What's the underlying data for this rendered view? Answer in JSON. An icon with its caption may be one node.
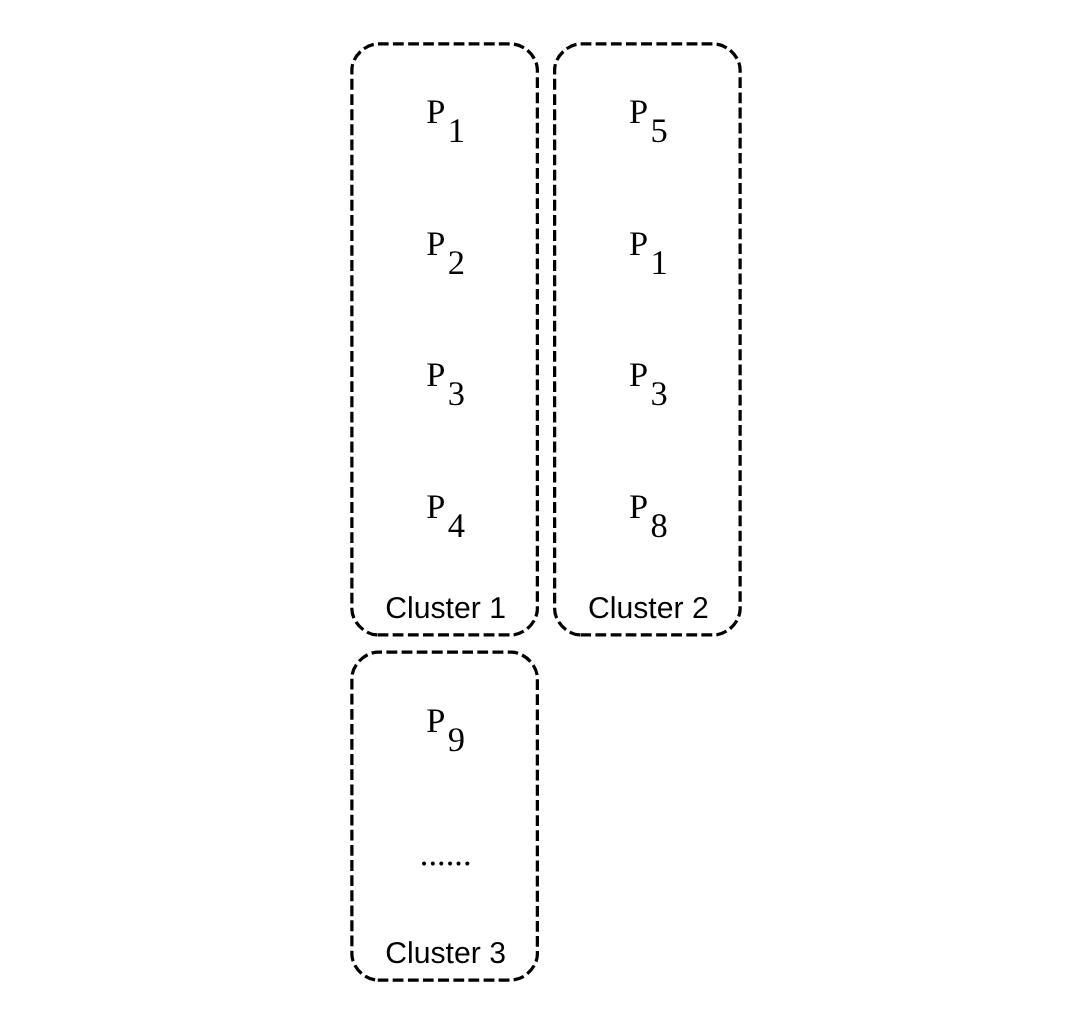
{
  "diagram": {
    "nodes": [
      {
        "text": [
          "Cluster 1"
        ]
      },
      {
        "text": [
          "P$_{1}$"
        ],
        "in": 0
      },
      {
        "text": [
          "P$_{2}$"
        ],
        "in": 0
      },
      {
        "text": [
          "P$_{3}$"
        ],
        "in": 0
      },
      {
        "text": [
          "P$_{4}$"
        ],
        "in": 0
      },
      {
        "text": [
          "Cluster 2"
        ]
      },
      {
        "text": [
          "P$_{5}$"
        ],
        "in": 5
      },
      {
        "text": [
          "P$_{1}$"
        ],
        "in": 5
      },
      {
        "text": [
          "P$_{3}$"
        ],
        "in": 5
      },
      {
        "text": [
          "P$_{8}$"
        ],
        "in": 5
      },
      {
        "text": [
          "Cluster 3"
        ]
      },
      {
        "text": [
          "P$_{9}$"
        ],
        "in": 10
      },
      {
        "text": [
          "......"
        ],
        "in": 10
      }
    ],
    "edges": []
  }
}
